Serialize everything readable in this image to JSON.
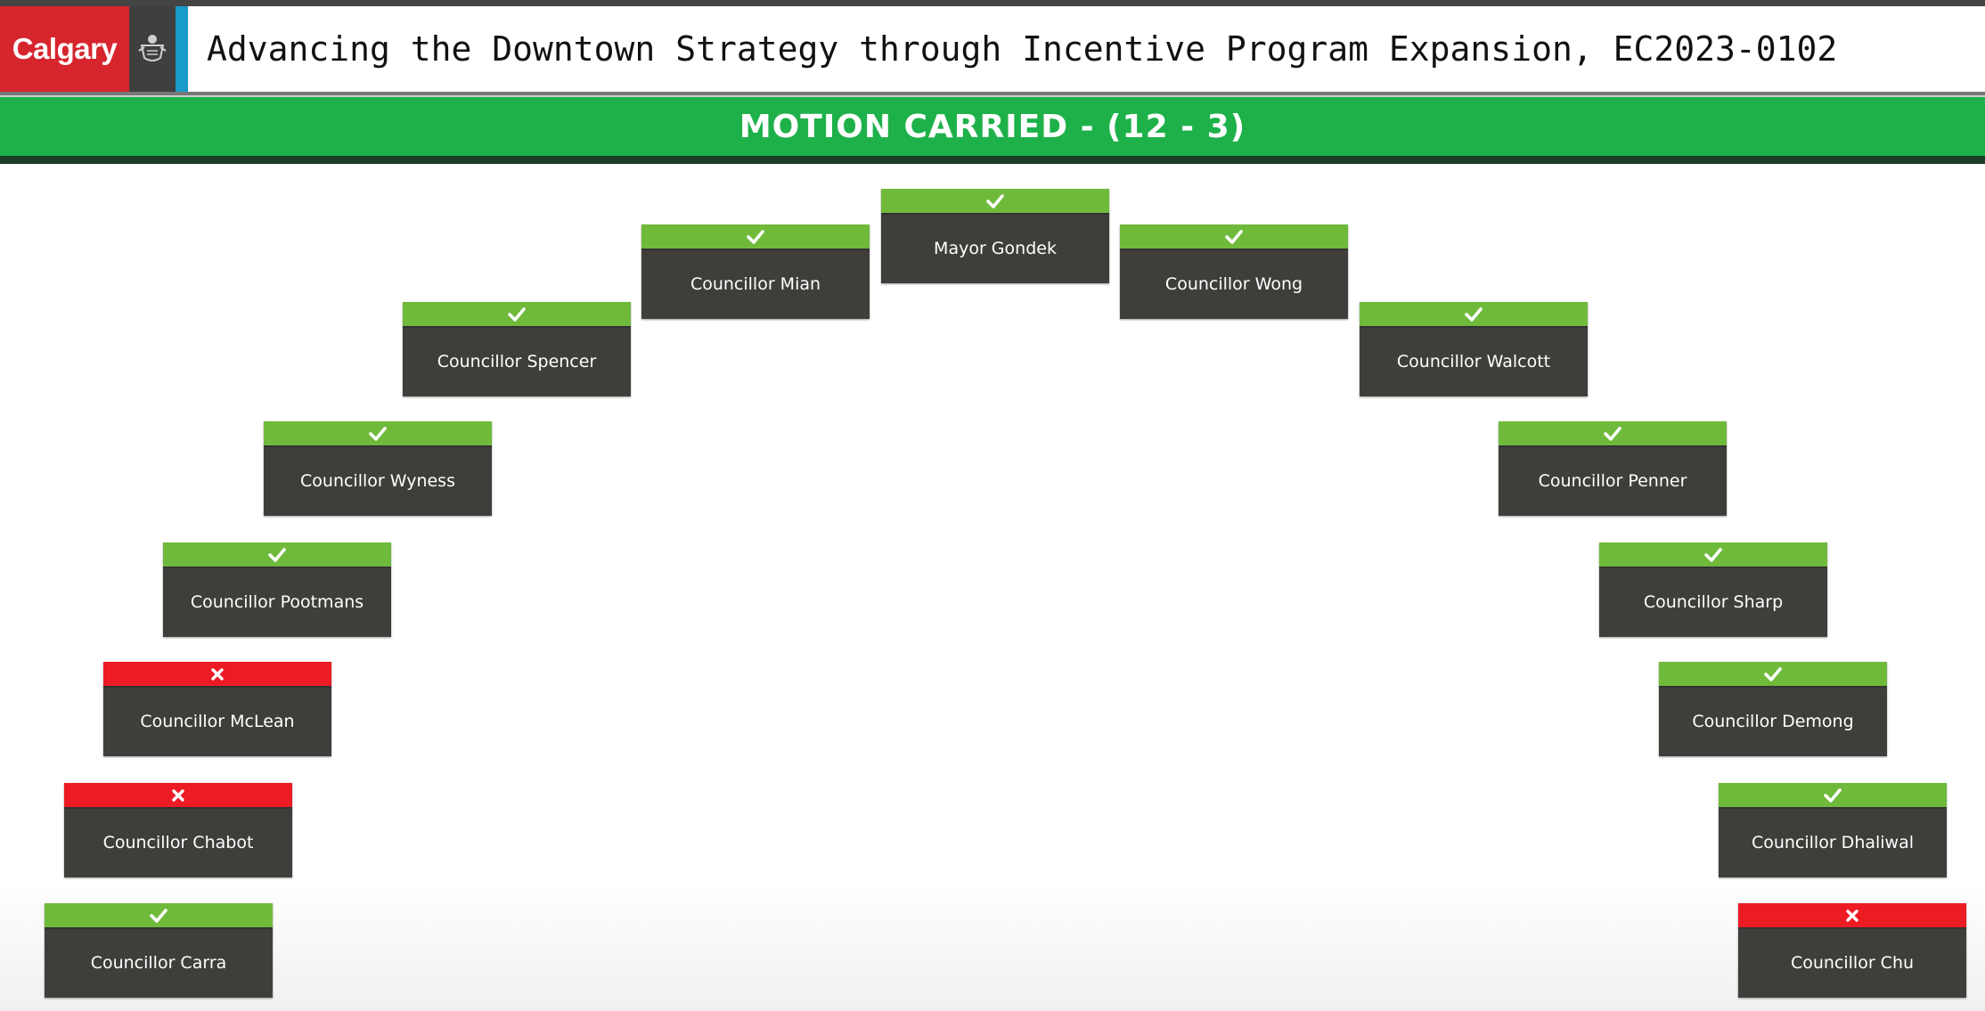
{
  "header": {
    "logo_text": "Calgary",
    "title": "Advancing the Downtown Strategy through Incentive Program Expansion, EC2023-0102"
  },
  "banner": {
    "text": "MOTION CARRIED - (12 - 3)"
  },
  "colors": {
    "yes": "#6fba3b",
    "no": "#ec1b24",
    "banner": "#1eb14a",
    "card": "#3f3e3b",
    "brand_red": "#d7252e"
  },
  "votes": [
    {
      "name": "Mayor Gondek",
      "vote": "yes"
    },
    {
      "name": "Councillor Mian",
      "vote": "yes"
    },
    {
      "name": "Councillor Wong",
      "vote": "yes"
    },
    {
      "name": "Councillor Spencer",
      "vote": "yes"
    },
    {
      "name": "Councillor Walcott",
      "vote": "yes"
    },
    {
      "name": "Councillor Wyness",
      "vote": "yes"
    },
    {
      "name": "Councillor Penner",
      "vote": "yes"
    },
    {
      "name": "Councillor Pootmans",
      "vote": "yes"
    },
    {
      "name": "Councillor Sharp",
      "vote": "yes"
    },
    {
      "name": "Councillor McLean",
      "vote": "no"
    },
    {
      "name": "Councillor Demong",
      "vote": "yes"
    },
    {
      "name": "Councillor Chabot",
      "vote": "no"
    },
    {
      "name": "Councillor Dhaliwal",
      "vote": "yes"
    },
    {
      "name": "Councillor Carra",
      "vote": "yes"
    },
    {
      "name": "Councillor Chu",
      "vote": "no"
    }
  ]
}
